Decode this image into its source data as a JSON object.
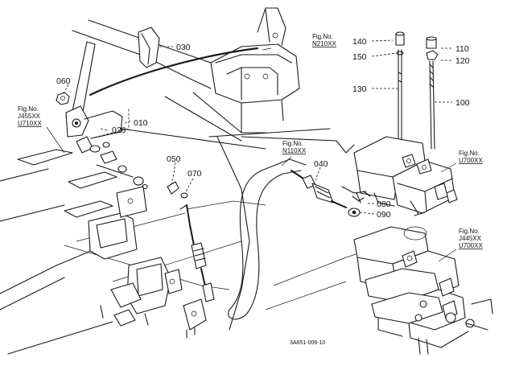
{
  "callouts": {
    "p010": "010",
    "p020": "020",
    "p030": "030",
    "p040": "040",
    "p050": "050",
    "p060": "060",
    "p070": "070",
    "p080": "080",
    "p090": "090",
    "p100": "100",
    "p110": "110",
    "p120": "120",
    "p130": "130",
    "p140": "140",
    "p150": "150"
  },
  "fig_refs": {
    "n210": {
      "label": "Fig.No.",
      "code": "N210XX"
    },
    "n110": {
      "label": "Fig.No.",
      "code": "N110XX"
    },
    "j455": {
      "label": "Fig.No.",
      "code1": "J455XX",
      "code2": "U710XX"
    },
    "u700a": {
      "label": "Fig.No.",
      "code": "U700XX"
    },
    "j445": {
      "label": "Fig.No.",
      "code1": "J445XX",
      "code2": "U700XX"
    }
  },
  "drawing_code": "3A851-006-10",
  "colors": {
    "line": "#1a1a1a",
    "background": "#ffffff"
  }
}
